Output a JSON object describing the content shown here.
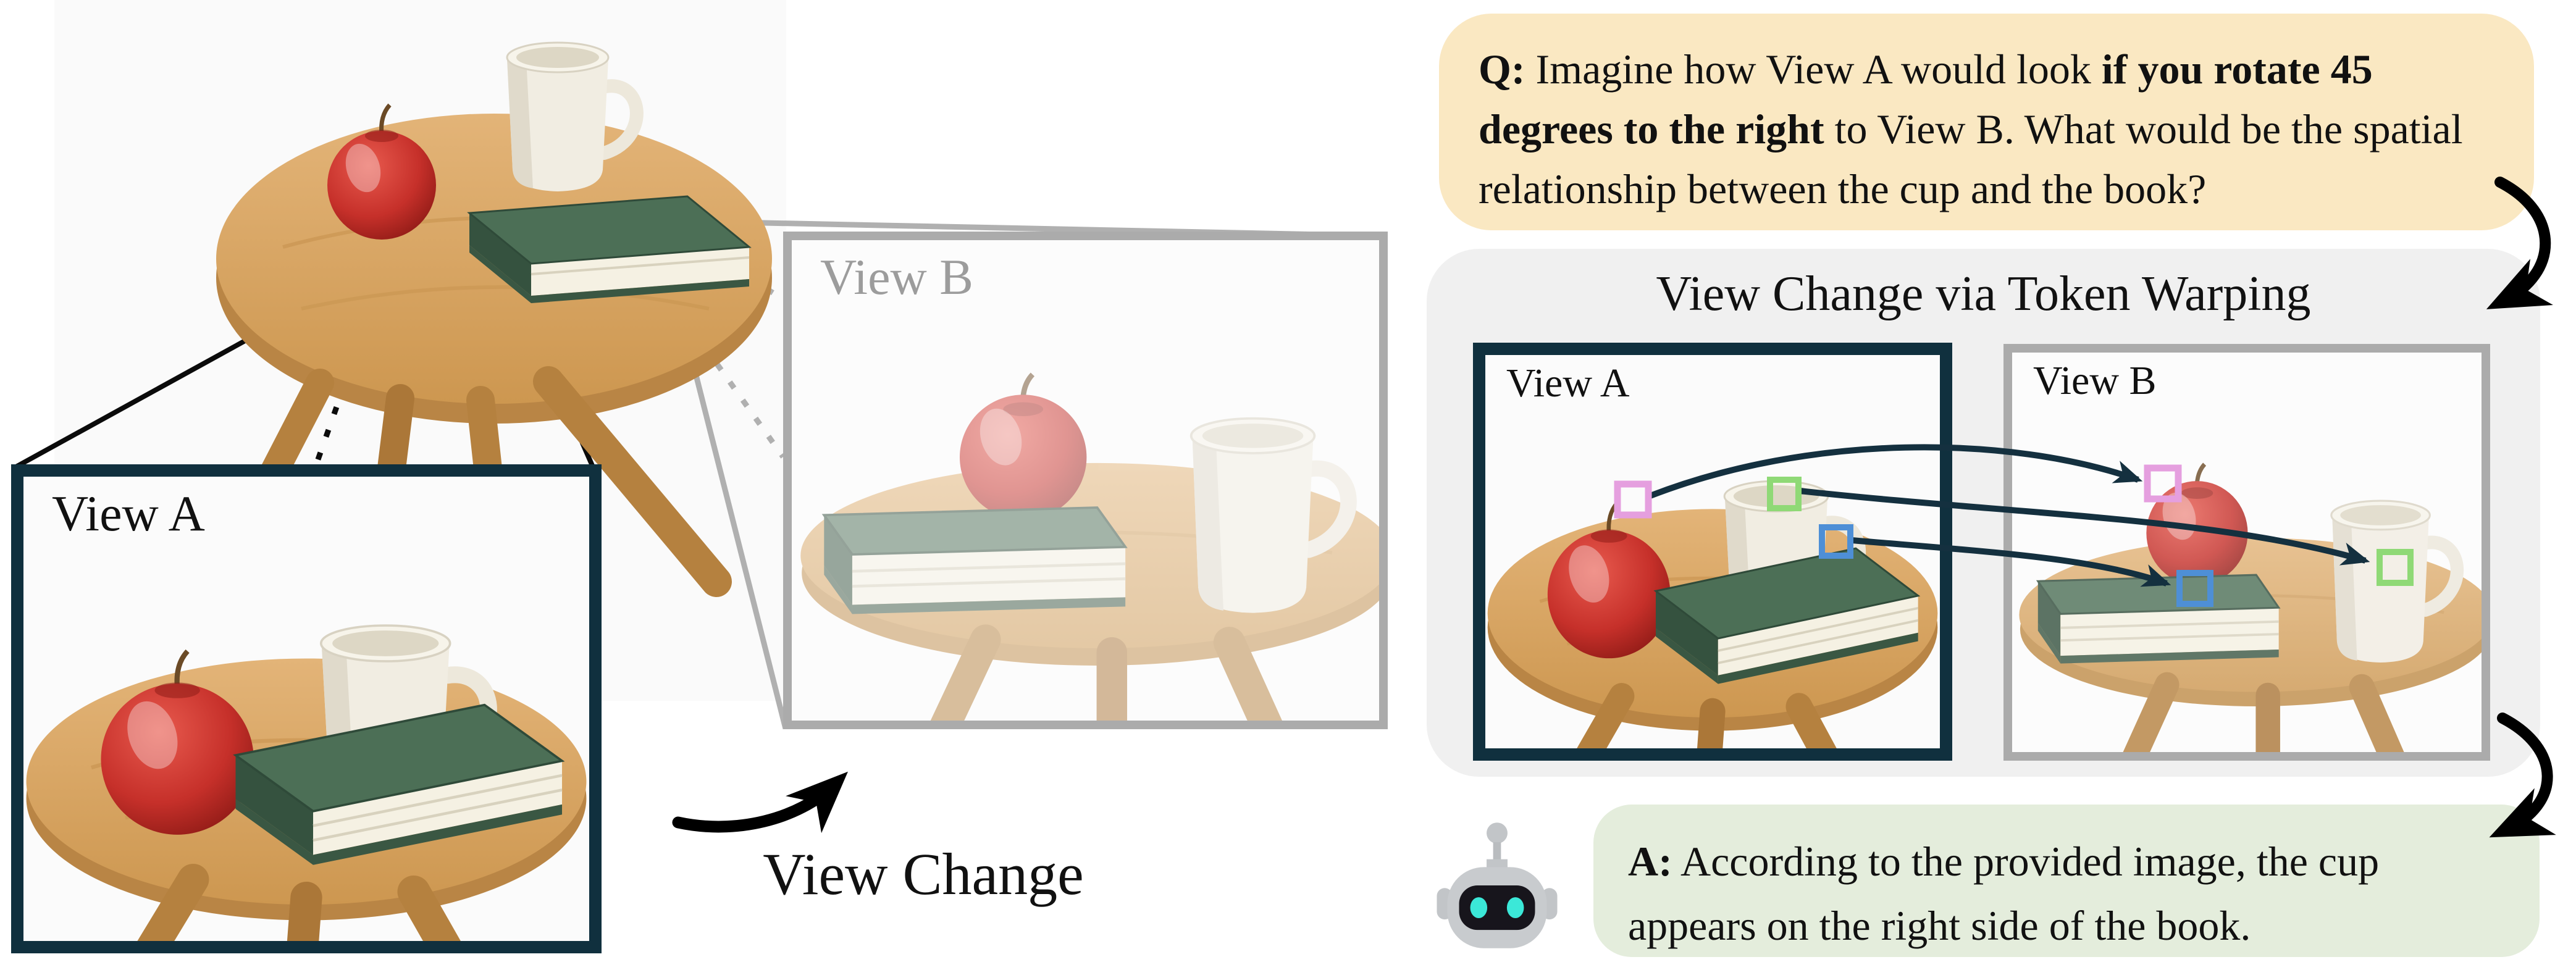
{
  "question": {
    "parts": [
      {
        "text": "Q:",
        "bold": true
      },
      {
        "text": " Imagine how View A would look ",
        "bold": false
      },
      {
        "text": "if you rotate 45 degrees to the right",
        "bold": true
      },
      {
        "text": " to View B. What would be the spatial relationship between the cup and the book?",
        "bold": false
      }
    ]
  },
  "answer": {
    "parts": [
      {
        "text": "A:",
        "bold": true
      },
      {
        "text": " According to the provided image, the cup appears on the right side of the book.",
        "bold": false
      }
    ]
  },
  "scene_left": {
    "view_a_label": "View A",
    "view_b_label": "View B",
    "view_change_label": "View Change"
  },
  "panel": {
    "title": "View Change via Token Warping",
    "view_a_label": "View A",
    "view_b_label": "View B"
  },
  "icons": {
    "robot": "robot-icon",
    "curved-arrow-question-to-panel": "curved-arrow-icon",
    "curved-arrow-panel-to-answer": "curved-arrow-icon",
    "view-change-arrow": "curved-arrow-icon"
  },
  "colors": {
    "question_bg": "#fae8c2",
    "answer_bg": "#e4eddc",
    "panel_bg": "#f0f0f0",
    "navy_border": "#10303e",
    "gray_border": "#ababab",
    "view_b_label_gray": "#9c9c9c",
    "token_pink": "#e59fdf",
    "token_green": "#8fd976",
    "token_blue": "#4e8fd6",
    "warp_arrow_navy": "#14303f",
    "robot_body_gray": "#c8cbce",
    "robot_eye_teal": "#3be8d8",
    "table_wood": "#d9a865",
    "book_green": "#4c6f56",
    "apple_red": "#c6302a",
    "cup_cream": "#f1ede2"
  }
}
